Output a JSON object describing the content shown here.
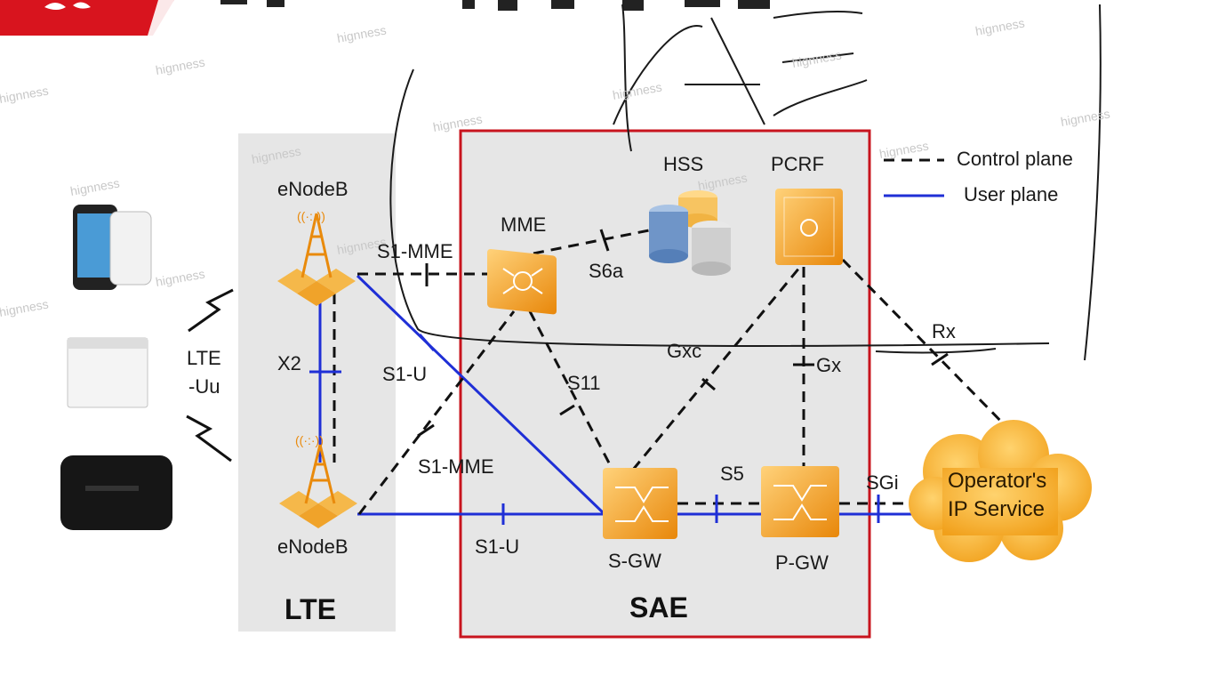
{
  "diagram": {
    "regions": {
      "lte": "LTE",
      "sae": "SAE"
    },
    "legend": [
      {
        "label": "Control plane",
        "style": "dashed",
        "color": "#111111"
      },
      {
        "label": "User plane",
        "style": "solid",
        "color": "#1f2fd6"
      }
    ],
    "nodes": {
      "enodeb_top": "eNodeB",
      "enodeb_bottom": "eNodeB",
      "mme": "MME",
      "hss": "HSS",
      "pcrf": "PCRF",
      "sgw": "S-GW",
      "pgw": "P-GW",
      "ip_service_line1": "Operator's",
      "ip_service_line2": "IP Service",
      "ue_interface_line1": "LTE",
      "ue_interface_line2": "-Uu"
    },
    "interfaces": {
      "s1_mme_top": "S1-MME",
      "s6a": "S6a",
      "x2": "X2",
      "s1_u_upper": "S1-U",
      "s11": "S11",
      "gxc": "Gxc",
      "gx": "Gx",
      "rx": "Rx",
      "s1_mme_bottom": "S1-MME",
      "s1_u_lower": "S1-U",
      "s5": "S5",
      "sgi": "SGi"
    },
    "watermark": "hignness",
    "colors": {
      "sae_border": "#c8141e",
      "region_fill": "#e6e6e6",
      "user_plane": "#1f2fd6",
      "node_orange": "#f3a21d",
      "logo_red": "#d8141e"
    }
  }
}
